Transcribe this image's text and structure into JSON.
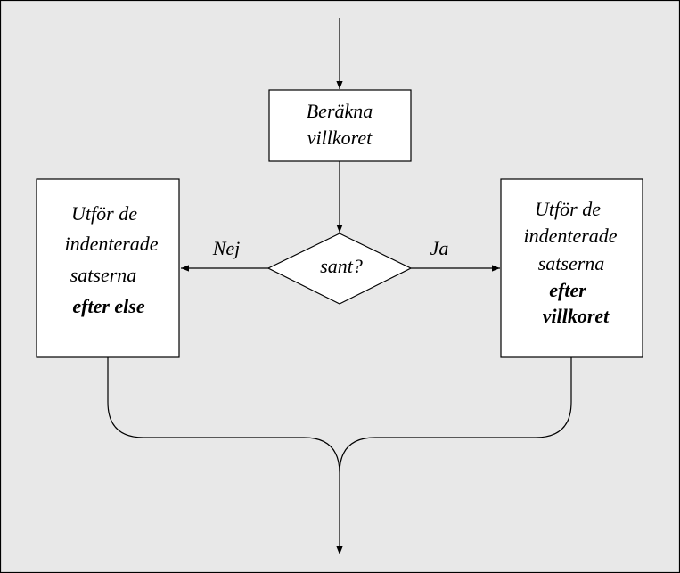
{
  "colors": {
    "background": "#e8e8e8",
    "box_fill": "#ffffff",
    "stroke": "#000000"
  },
  "flowchart": {
    "compute_box": {
      "line1": "Beräkna",
      "line2": "villkoret"
    },
    "decision": {
      "label": "sant?"
    },
    "no_label": "Nej",
    "yes_label": "Ja",
    "else_box": {
      "line1": "Utför de",
      "line2": "indenterade",
      "line3": "satserna",
      "line4": "efter else"
    },
    "if_box": {
      "line1": "Utför de",
      "line2": "indenterade",
      "line3": "satserna",
      "line4": "efter",
      "line5": "villkoret"
    }
  }
}
